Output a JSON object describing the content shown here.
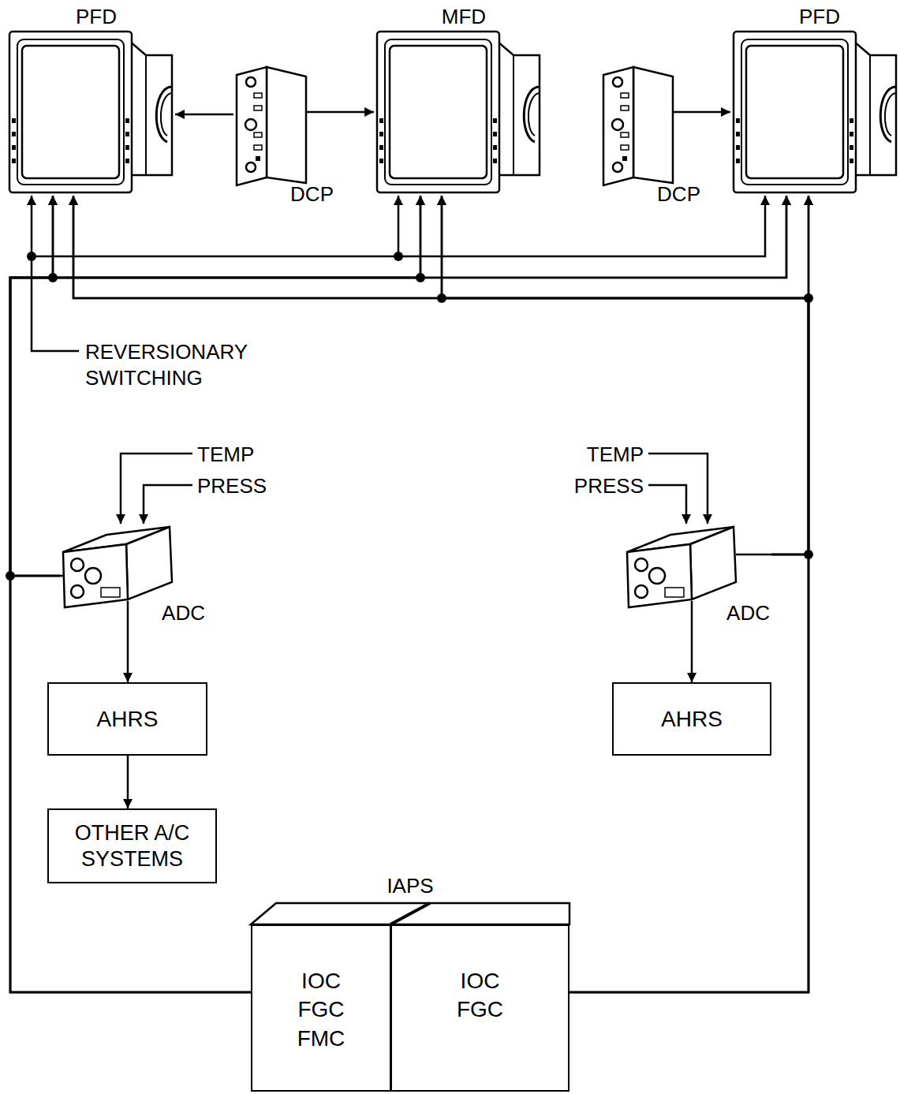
{
  "diagram": {
    "nodes": [
      {
        "text": [
          "PFD"
        ]
      },
      {
        "text": [
          "DCP"
        ]
      },
      {
        "text": [
          "MFD"
        ]
      },
      {
        "text": [
          "DCP"
        ]
      },
      {
        "text": [
          "PFD"
        ]
      },
      {
        "text": [
          "ADC"
        ]
      },
      {
        "text": [
          "ADC"
        ]
      },
      {
        "text": [
          "AHRS"
        ]
      },
      {
        "text": [
          "AHRS"
        ]
      },
      {
        "text": [
          "OTHER A/C SYSTEMS"
        ]
      },
      {
        "text": [
          "IAPS"
        ]
      },
      {
        "text": [
          "IOC FGC FMC"
        ],
        "in": 10
      },
      {
        "text": [
          "IOC FGC"
        ],
        "in": 10
      }
    ],
    "edges": [
      {
        "from": 1,
        "to": 0,
        "arrow": "to"
      },
      {
        "from": 1,
        "to": 2,
        "arrow": "to"
      },
      {
        "from": 3,
        "to": 4,
        "arrow": "to"
      },
      {
        "from": 5,
        "to": 7,
        "arrow": "to"
      },
      {
        "from": 7,
        "to": 9,
        "arrow": "to"
      },
      {
        "from": 6,
        "to": 8,
        "arrow": "to"
      },
      {
        "from": 11,
        "to": 0,
        "arrow": "to"
      },
      {
        "from": 11,
        "to": 2,
        "arrow": "to"
      },
      {
        "from": 11,
        "to": 4,
        "arrow": "to"
      },
      {
        "from": 5,
        "to": 0,
        "arrow": "to"
      },
      {
        "from": 5,
        "to": 2,
        "arrow": "to"
      },
      {
        "from": 5,
        "to": 4,
        "arrow": "to"
      },
      {
        "from": 12,
        "to": 0,
        "arrow": "to"
      },
      {
        "from": 12,
        "to": 2,
        "arrow": "to"
      },
      {
        "from": 12,
        "to": 4,
        "arrow": "to"
      },
      {
        "from": 6,
        "to": 0,
        "arrow": "to"
      },
      {
        "from": 6,
        "to": 2,
        "arrow": "to"
      },
      {
        "from": 6,
        "to": 4,
        "arrow": "to"
      }
    ],
    "labels": [
      "REVERSIONARY SWITCHING",
      "TEMP",
      "PRESS",
      "TEMP",
      "PRESS"
    ]
  }
}
